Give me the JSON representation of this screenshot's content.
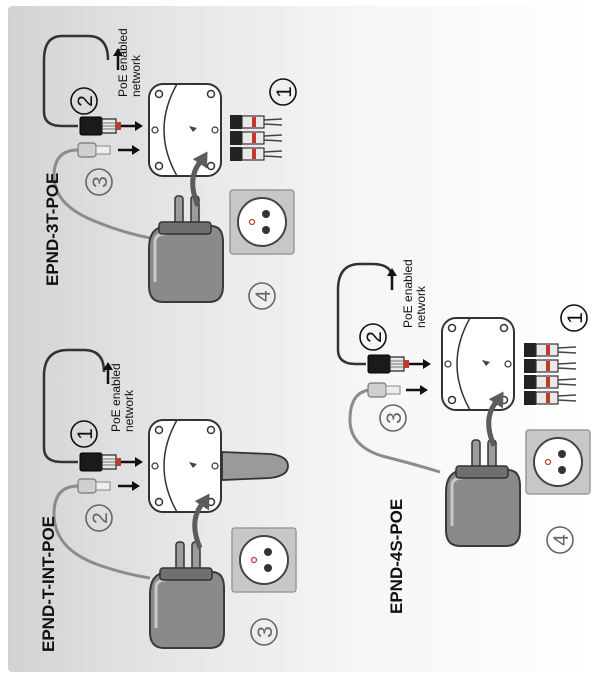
{
  "groups": [
    {
      "title": "EPND-3T-POE",
      "network_label": [
        "PoE enabled",
        "network"
      ],
      "callouts": [
        "1",
        "2",
        "3",
        "4"
      ]
    },
    {
      "title": "EPND-T-INT-POE",
      "network_label": [
        "PoE enabled",
        "network"
      ],
      "callouts": [
        "1",
        "2",
        "3"
      ]
    },
    {
      "title": "EPND-4S-POE",
      "network_label": [
        "PoE enabled",
        "network"
      ],
      "callouts": [
        "1",
        "2",
        "3",
        "4"
      ]
    }
  ],
  "colors": {
    "panel_from": "#d3d3d3",
    "panel_to": "#ffffff",
    "ethernet_connector": "#1a1a1a",
    "ethernet_tip": "#c0392b",
    "power_cable": "#8c8c8c",
    "adapter": "#8a8a8a"
  },
  "icons": [
    "network-arrow-icon",
    "ethernet-plug-icon",
    "probe-connector-icon",
    "antenna-icon",
    "power-socket-icon",
    "power-adapter-icon"
  ]
}
